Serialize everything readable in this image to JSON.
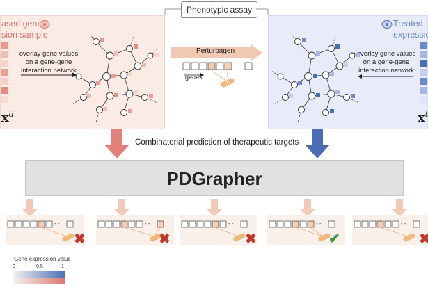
{
  "header": {
    "assay_label": "Phenotypic assay"
  },
  "diseased_panel": {
    "title_line1": "ased gene",
    "title_line2": "sion sample",
    "overlay_text": [
      "overlay gene values",
      "on a gene-gene",
      "interaction network"
    ],
    "vector_symbol": "x",
    "vector_superscript": "d"
  },
  "treated_panel": {
    "title_line1": "Treated",
    "title_line2": "expression",
    "overlay_text": [
      "overlay gene values",
      "on a gene-gene",
      "interaction network"
    ],
    "vector_symbol": "x",
    "vector_superscript": "t"
  },
  "perturbagen": {
    "label": "Perturbagen",
    "genes_label": "genes",
    "ellipsis": "- -"
  },
  "middle": {
    "combinatorial_label": "Combinatorial prediction of therapeutic targets",
    "model_name": "PDGrapher"
  },
  "candidates": [
    {
      "ellipsis": "- -",
      "result": "incorrect"
    },
    {
      "ellipsis": "- -",
      "result": "incorrect"
    },
    {
      "ellipsis": "- -",
      "result": "incorrect"
    },
    {
      "ellipsis": "- -",
      "result": "correct"
    },
    {
      "ellipsis": "- -",
      "result": "incorrect"
    }
  ],
  "legend": {
    "title": "Gene expression value",
    "ticks": [
      "0",
      "0.5",
      "1"
    ],
    "colors": {
      "low": "#d9776e",
      "mid": "#f4f4f4",
      "high": "#4a6db5"
    }
  },
  "colors": {
    "diseased_accent": "#d9776e",
    "treated_accent": "#4a6db5",
    "check_green": "#3f9a3f",
    "x_red": "#c0392b",
    "pill": "#f0b87a"
  }
}
